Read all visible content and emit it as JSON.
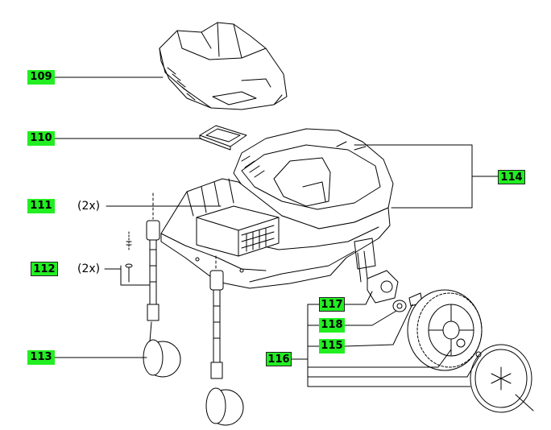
{
  "callouts": {
    "c109": "109",
    "c110": "110",
    "c111": "111",
    "c112": "112",
    "c113": "113",
    "c114": "114",
    "c115": "115",
    "c116": "116",
    "c117": "117",
    "c118": "118"
  },
  "quantities": {
    "q111": "(2x)",
    "q112": "(2x)"
  },
  "colors": {
    "label_bg": "#22ee22",
    "line": "#000000",
    "background": "#ffffff"
  }
}
